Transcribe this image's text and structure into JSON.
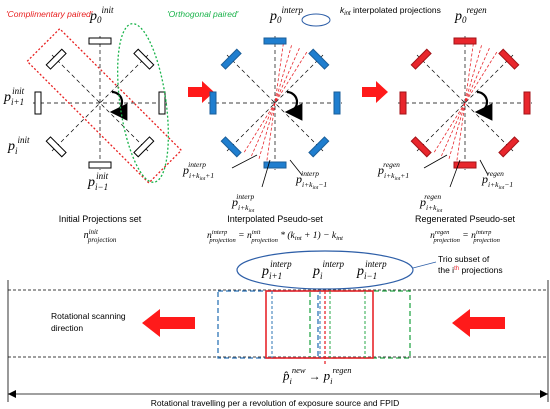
{
  "annotations": {
    "complimentary_paired": "'Complimentary paired'",
    "orthogonal_paired": "'Orthogonal paired'",
    "k_interpolated": "interpolated projections",
    "k_symbol": "k",
    "k_sub": "int",
    "trio_line1": "Trio subset of",
    "trio_line2": "the i",
    "trio_line2_sup": "th",
    "trio_line2_end": "projections"
  },
  "panels": [
    {
      "id": "init",
      "caption": "Initial Projections set",
      "formula": "n^init_projection",
      "labels": {
        "top": "p0 init",
        "left": "p i+1 init",
        "bottom_left": "p i init",
        "bottom": "p i−1 init"
      }
    },
    {
      "id": "interp",
      "caption": "Interpolated Pseudo-set",
      "formula": "n^interp_projection = n^init_projection * (k_int + 1) − k_int",
      "labels": {
        "top": "p0 interp",
        "bottom_left": "p i+k_int+1 interp",
        "bottom_mid": "p i+k_int interp",
        "bottom_right": "p i+k_int−1 interp"
      }
    },
    {
      "id": "regen",
      "caption": "Regenerated Pseudo-set",
      "formula": "n^regen_projection = n^interp_projection",
      "labels": {
        "top": "p0 regen",
        "bottom_left": "p i+k_int+1 regen",
        "bottom_mid": "p i+k_int regen",
        "bottom_right": "p i+k_int−1 regen"
      }
    }
  ],
  "scan": {
    "trio": [
      "p i+1 interp",
      "p i interp",
      "p i−1 interp"
    ],
    "direction_line1": "Rotational scanning",
    "direction_line2": "direction",
    "mapping": "p̂ i new → p i regen",
    "footer": "Rotational travelling per a revolution of exposure source and FPID"
  },
  "colors": {
    "init": "#000000",
    "interp": "#1f7ecf",
    "regen": "#e8262c",
    "arrow": "#ff1a1a",
    "complimentary": "#e82020",
    "orthogonal": "#19b34a",
    "trio_ellipse": "#2e5fa8",
    "blue_dash": "#2e75b6",
    "green_dash": "#2aa84a"
  }
}
